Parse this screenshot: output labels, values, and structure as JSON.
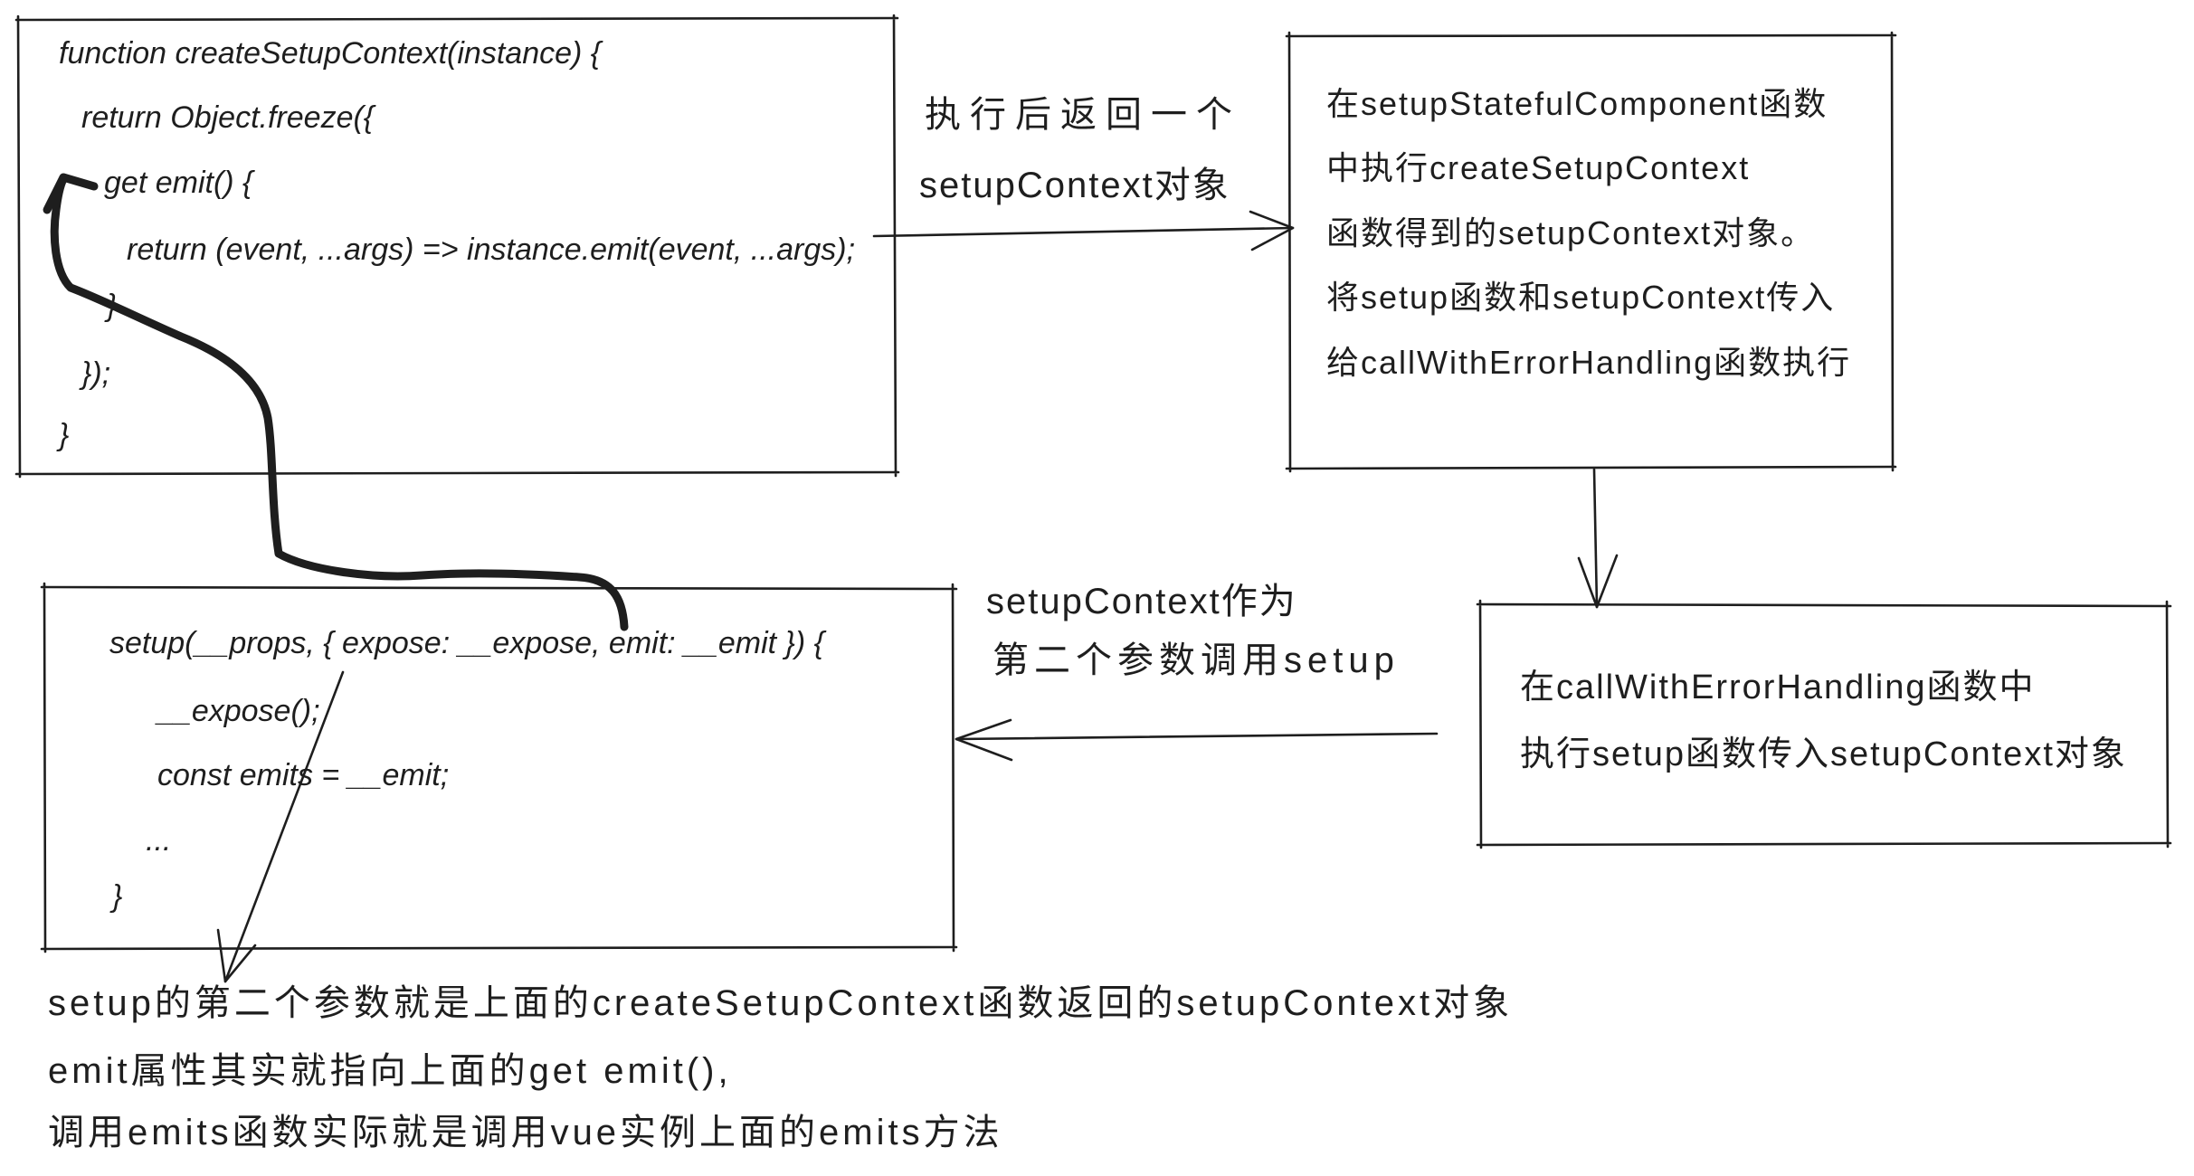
{
  "colors": {
    "ink": "#1e1e1e",
    "paper": "#ffffff"
  },
  "create_setup_context_box": {
    "lines": [
      "function createSetupContext(instance) {",
      "return Object.freeze({",
      "get emit() {",
      "return (event, ...args) => instance.emit(event, ...args);",
      "}",
      "});",
      "}"
    ]
  },
  "top_label": {
    "lines": [
      "执行后返回一个",
      "setupContext对象"
    ]
  },
  "setup_stateful_box": {
    "lines": [
      "在setupStatefulComponent函数",
      "中执行createSetupContext",
      "函数得到的setupContext对象。",
      "将setup函数和setupContext传入",
      "给callWithErrorHandling函数执行"
    ]
  },
  "call_with_error_box": {
    "lines": [
      "在callWithErrorHandling函数中",
      "执行setup函数传入setupContext对象"
    ]
  },
  "middle_label": {
    "lines": [
      "setupContext作为",
      "第二个参数调用setup"
    ]
  },
  "setup_box": {
    "lines": [
      "setup(__props, { expose: __expose, emit: __emit }) {",
      "__expose();",
      "const emits = __emit;",
      "...",
      "}"
    ]
  },
  "explanation": {
    "lines": [
      "setup的第二个参数就是上面的createSetupContext函数返回的setupContext对象",
      "emit属性其实就指向上面的get emit(),",
      "调用emits函数实际就是调用vue实例上面的emits方法"
    ]
  }
}
